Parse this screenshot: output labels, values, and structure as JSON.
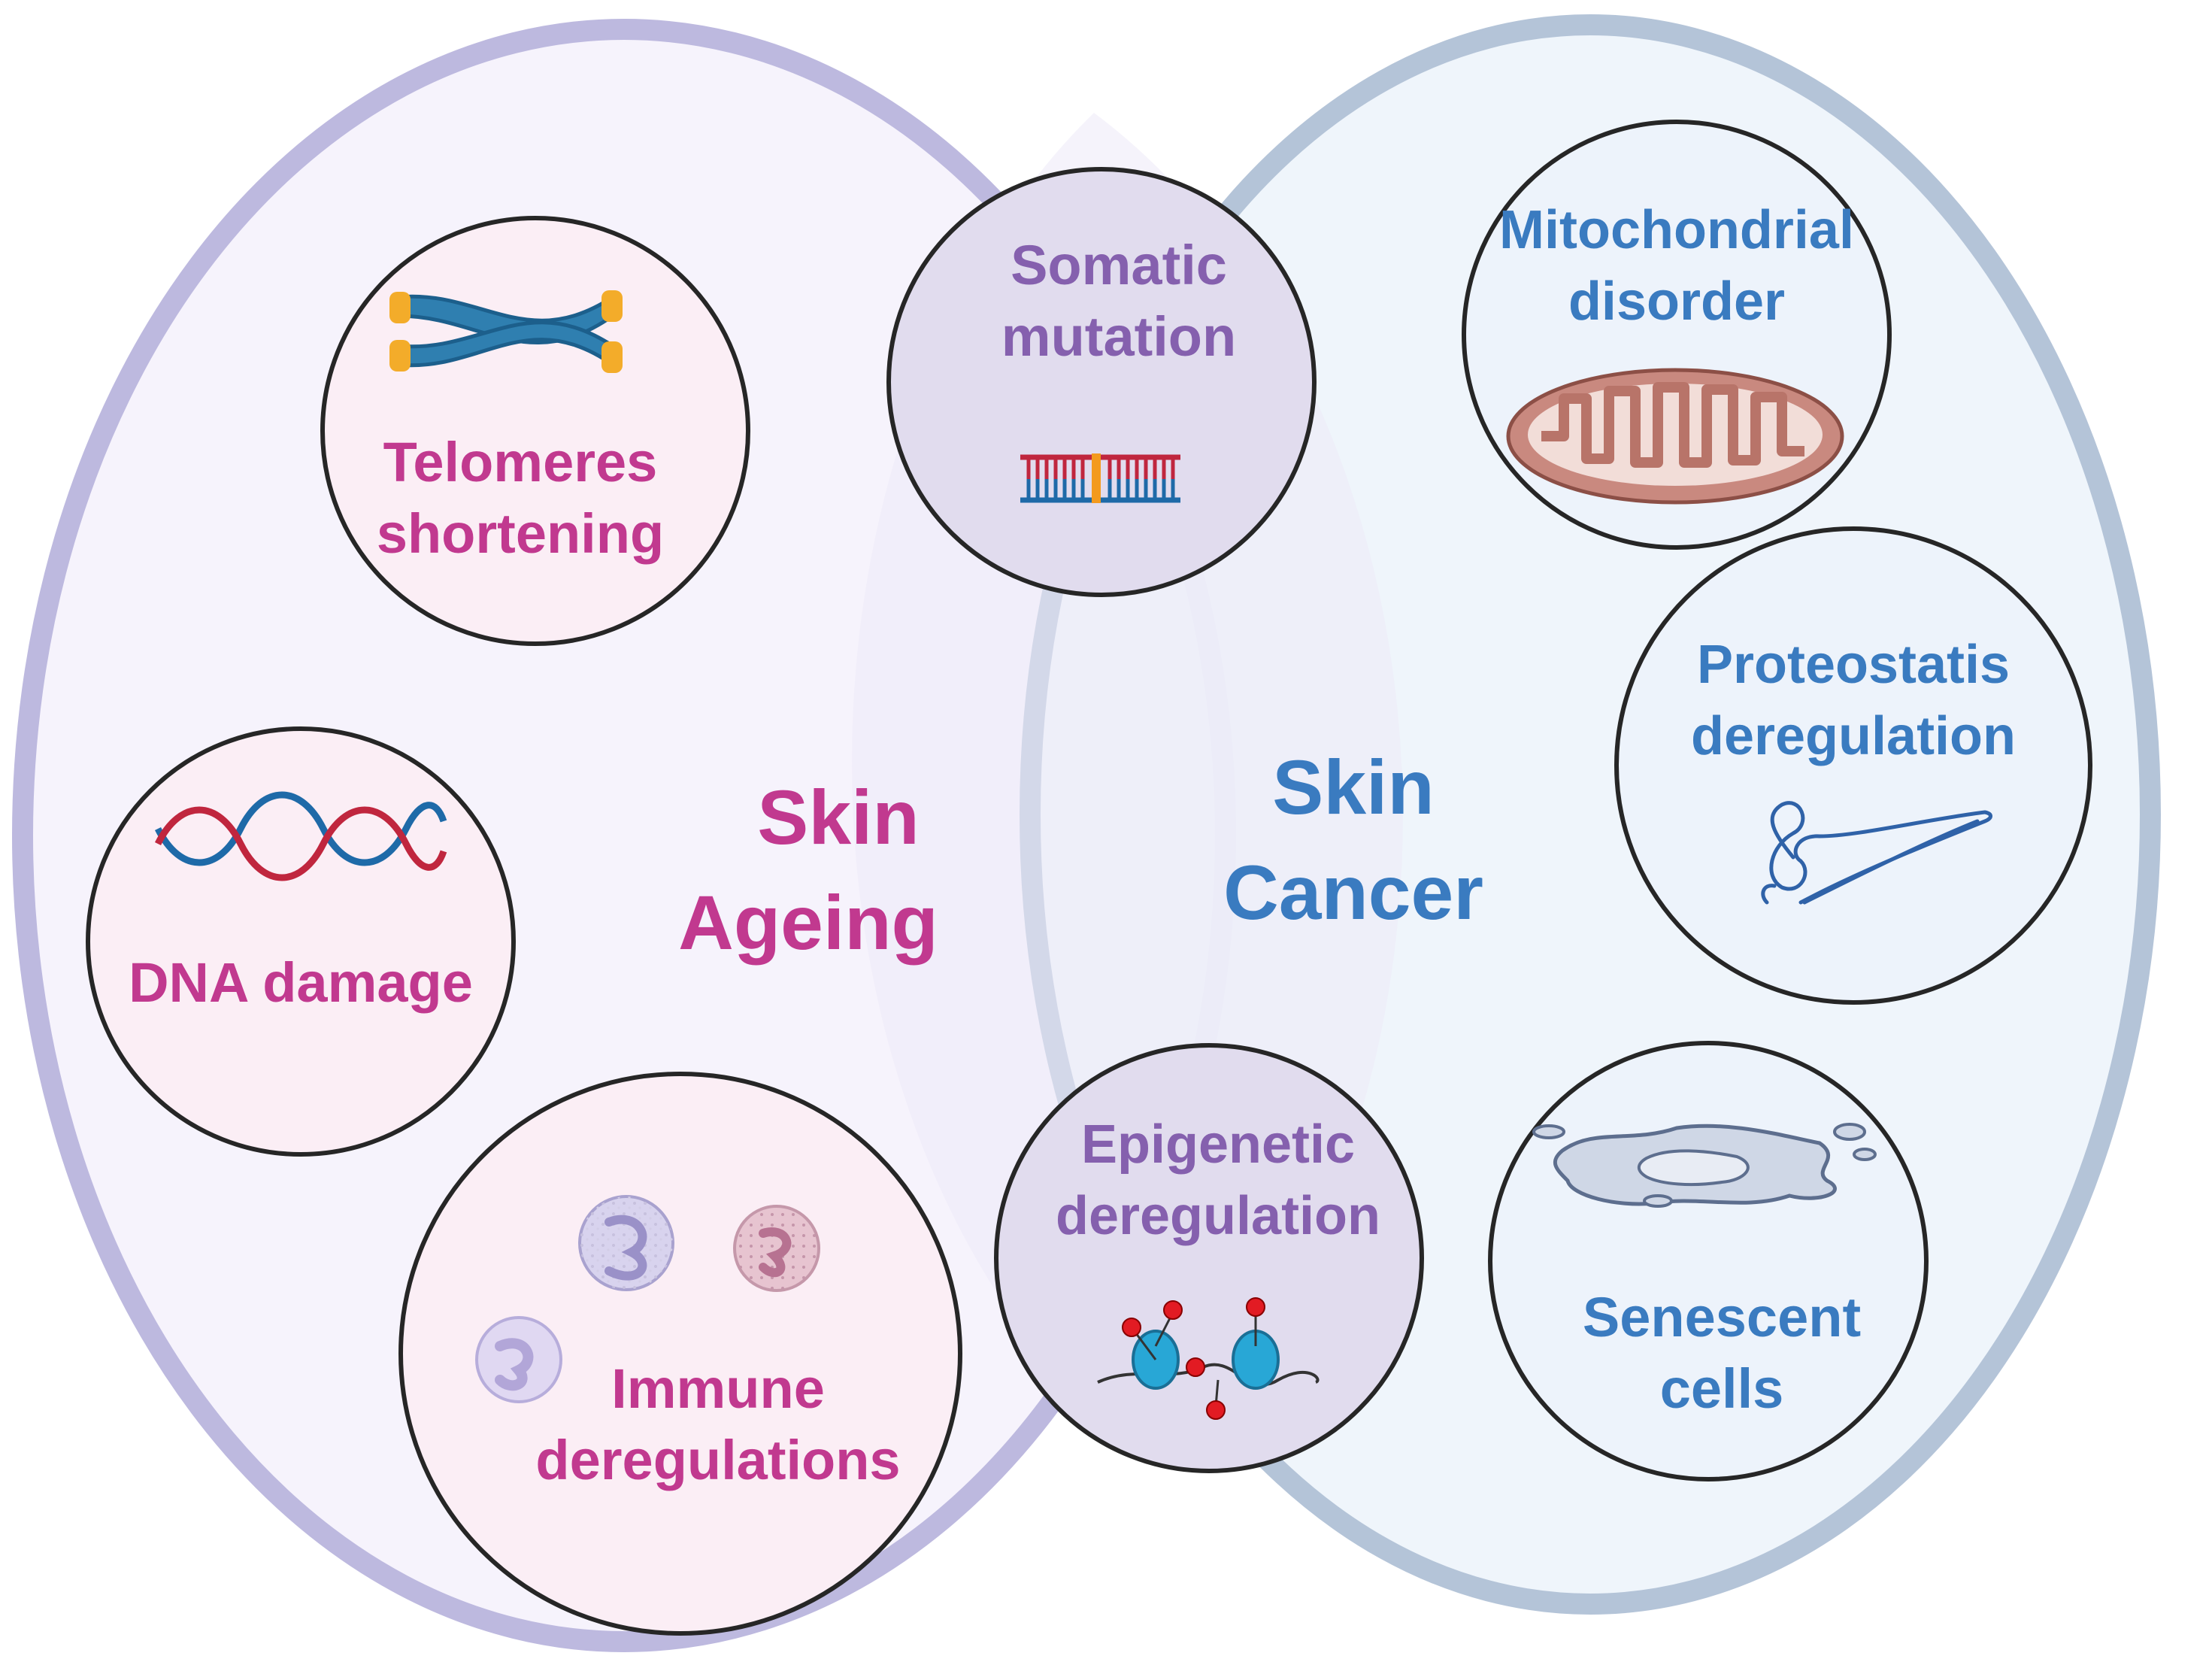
{
  "colors": {
    "ageing_text": "#c1398f",
    "ageing_fill": "#f6f3fc",
    "ageing_stroke": "#bdb9df",
    "cancer_text": "#3a7bc0",
    "cancer_fill": "#eef4fb",
    "cancer_stroke": "#b4c4d8",
    "overlap_text": "#8560ae",
    "overlap_fill": "#e1dcee",
    "ageing_bubble_fill": "#fbeef5",
    "cancer_bubble_fill": "#edf3fb",
    "bubble_stroke": "#262626"
  },
  "ellipses": [
    {
      "key": "ageing",
      "line1": "Skin",
      "line2": "Ageing"
    },
    {
      "key": "cancer",
      "line1": "Skin",
      "line2": "Cancer"
    }
  ],
  "bubbles": [
    {
      "key": "telomeres",
      "group": "ageing",
      "icon": "chromosome-icon",
      "line1": "Telomeres",
      "line2": "shortening"
    },
    {
      "key": "dna",
      "group": "ageing",
      "icon": "dna-helix-icon",
      "line1": "DNA damage",
      "line2": ""
    },
    {
      "key": "immune",
      "group": "ageing",
      "icon": "immune-cells-icon",
      "line1": "Immune",
      "line2": "deregulations"
    },
    {
      "key": "somatic",
      "group": "overlap",
      "icon": "dna-mutation-icon",
      "line1": "Somatic",
      "line2": "mutation"
    },
    {
      "key": "epigenetic",
      "group": "overlap",
      "icon": "nucleosome-icon",
      "line1": "Epigenetic",
      "line2": "deregulation"
    },
    {
      "key": "mito",
      "group": "cancer",
      "icon": "mitochondrion-icon",
      "line1": "Mitochondrial",
      "line2": "disorder"
    },
    {
      "key": "proteo",
      "group": "cancer",
      "icon": "protein-chain-icon",
      "line1": "Proteostatis",
      "line2": "deregulation"
    },
    {
      "key": "senescent",
      "group": "cancer",
      "icon": "senescent-cell-icon",
      "line1": "Senescent",
      "line2": "cells"
    }
  ]
}
